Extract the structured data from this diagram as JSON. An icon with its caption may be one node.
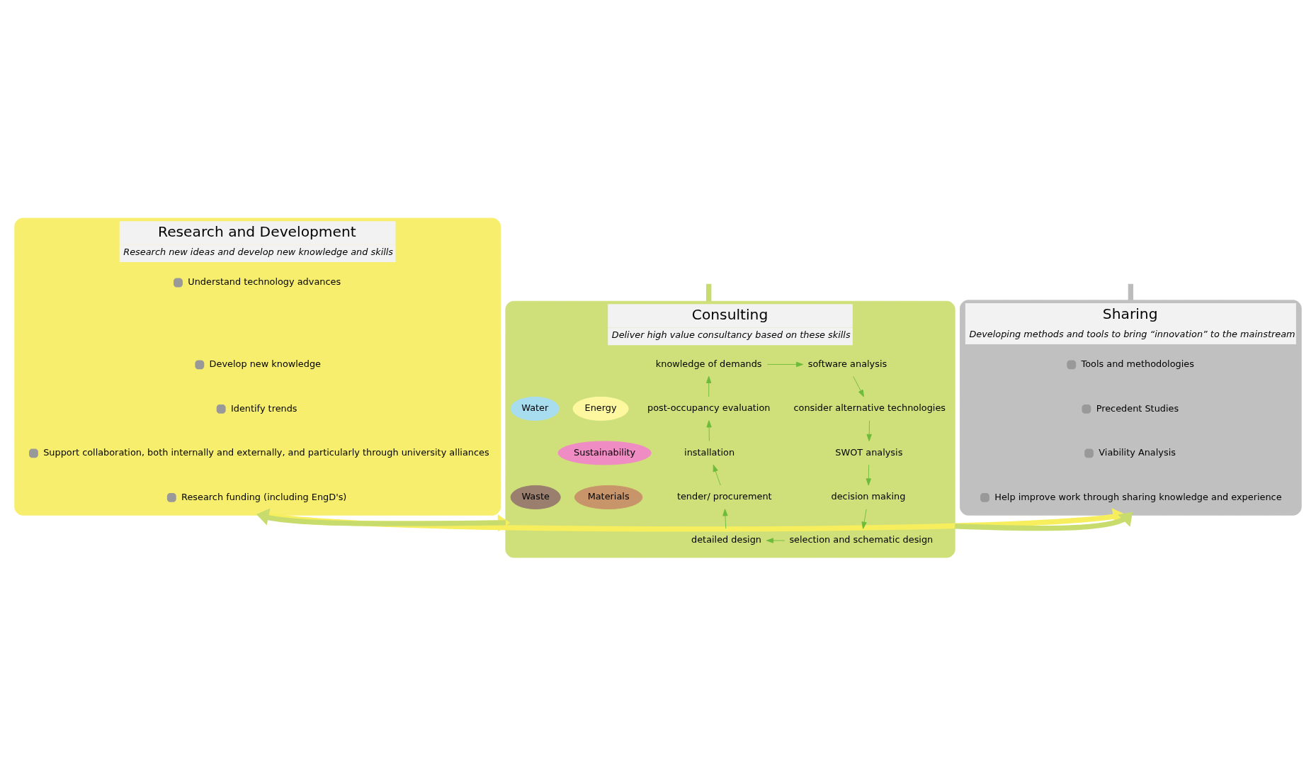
{
  "diagram": {
    "nodes": [
      {
        "text": [
          "Research and Development",
          "Research new ideas and develop new knowledge and skills"
        ]
      },
      {
        "text": [
          "Understand technology advances"
        ],
        "in": 0
      },
      {
        "text": [
          "Develop new knowledge"
        ],
        "in": 0
      },
      {
        "text": [
          "Identify trends"
        ],
        "in": 0
      },
      {
        "text": [
          "Support collaboration, both internally and externally, and particularly through university alliances"
        ],
        "in": 0
      },
      {
        "text": [
          "Research funding (including EngD's)"
        ],
        "in": 0
      },
      {
        "text": [
          "Consulting",
          "Deliver high value consultancy based on these skills"
        ]
      },
      {
        "text": [
          "knowledge of demands"
        ],
        "in": 6
      },
      {
        "text": [
          "software analysis"
        ],
        "in": 6
      },
      {
        "text": [
          "consider alternative technologies"
        ],
        "in": 6
      },
      {
        "text": [
          "SWOT analysis"
        ],
        "in": 6
      },
      {
        "text": [
          "decision making"
        ],
        "in": 6
      },
      {
        "text": [
          "selection and schematic design"
        ],
        "in": 6
      },
      {
        "text": [
          "detailed design"
        ],
        "in": 6
      },
      {
        "text": [
          "tender/ procurement"
        ],
        "in": 6
      },
      {
        "text": [
          "installation"
        ],
        "in": 6
      },
      {
        "text": [
          "post-occupancy evaluation"
        ],
        "in": 6
      },
      {
        "text": [
          "Energy"
        ],
        "in": 6
      },
      {
        "text": [
          "Water"
        ],
        "in": 6
      },
      {
        "text": [
          "Sustainability"
        ],
        "in": 6
      },
      {
        "text": [
          "Materials"
        ],
        "in": 6
      },
      {
        "text": [
          "Waste"
        ],
        "in": 6
      },
      {
        "text": [
          "Sharing",
          "Developing methods and tools to bring “innovation” to the mainstream"
        ]
      },
      {
        "text": [
          "Tools and methodologies"
        ],
        "in": 22
      },
      {
        "text": [
          "Precedent Studies"
        ],
        "in": 22
      },
      {
        "text": [
          "Viability Analysis"
        ],
        "in": 22
      },
      {
        "text": [
          "Help improve work through sharing knowledge and experience"
        ],
        "in": 22
      }
    ],
    "edges": [
      {
        "from": 7,
        "to": 8,
        "arrow": "to"
      },
      {
        "from": 8,
        "to": 9,
        "arrow": "to"
      },
      {
        "from": 9,
        "to": 10,
        "arrow": "to"
      },
      {
        "from": 10,
        "to": 11,
        "arrow": "to"
      },
      {
        "from": 11,
        "to": 12,
        "arrow": "to"
      },
      {
        "from": 12,
        "to": 13,
        "arrow": "to"
      },
      {
        "from": 13,
        "to": 14,
        "arrow": "to"
      },
      {
        "from": 14,
        "to": 15,
        "arrow": "to"
      },
      {
        "from": 15,
        "to": 16,
        "arrow": "to"
      },
      {
        "from": 16,
        "to": 7,
        "arrow": "to"
      },
      {
        "from": 0,
        "to": 6,
        "arrow": "to",
        "style": "thick",
        "color": "#f7ee5e"
      },
      {
        "from": 6,
        "to": 0,
        "arrow": "to",
        "style": "thick",
        "color": "#c8dc6e"
      },
      {
        "from": 6,
        "to": 22,
        "arrow": "to",
        "style": "thick",
        "color": "#c8dc6e"
      },
      {
        "from": 0,
        "to": 22,
        "arrow": "to",
        "style": "thick",
        "color": "#f7ee5e"
      },
      {
        "from": 6,
        "to": null,
        "arrow": "none",
        "style": "thick",
        "color": "#c8dc6e"
      },
      {
        "from": 22,
        "to": null,
        "arrow": "none",
        "style": "thick",
        "color": "#bcbcbc"
      }
    ]
  }
}
